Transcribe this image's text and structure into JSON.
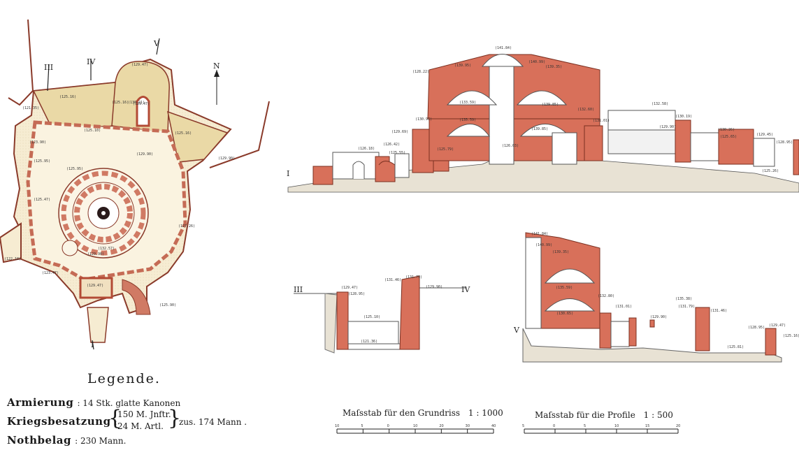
{
  "legend": {
    "title": "Legende.",
    "armierung_label": "Armierung",
    "armierung_value": ": 14 Stk. glatte Kanonen",
    "kriegsbesatzung_label": "Kriegsbesatzung",
    "infantry": "150 M. Jnftr.",
    "artillery": "24 M. Artl.",
    "total": "zus. 174 Mann .",
    "nothbelag_label": "Nothbelag",
    "nothbelag_value": ":   230  Mann."
  },
  "plan": {
    "north": "N",
    "section_marks": [
      "III",
      "IV",
      "V",
      "I"
    ]
  },
  "profiles": {
    "profile_I": "I",
    "profile_III": "III",
    "profile_IV": "IV",
    "profile_V": "V"
  },
  "scales": {
    "plan_label": "Maſsstab für den Grundriss",
    "plan_ratio": "1 : 1000",
    "plan_ticks": [
      "10",
      "5",
      "0",
      "10",
      "20",
      "30",
      "40"
    ],
    "profile_label": "Maſsstab für die Profile",
    "profile_ratio": "1 : 500",
    "profile_ticks": [
      "5",
      "0",
      "5",
      "10",
      "15",
      "20"
    ]
  },
  "elevations": {
    "plan": [
      "(129.47)",
      "(125.16)",
      "(125.16)",
      "(129.47)",
      "(123.90)",
      "(125.10)",
      "(129.90)",
      "(121.35)",
      "(125.16)",
      "(125.95)",
      "(125.95)",
      "(129.90)",
      "(125.47)",
      "(127.26)",
      "(129.90)",
      "(132.57)",
      "(123.47)",
      "(129.47)",
      "(125.90)",
      "(122.18)",
      "(130.21)"
    ],
    "profile_I": [
      "(141.84)",
      "(140.99)",
      "(139.35)",
      "(139.95)",
      "(128.22)",
      "(133.59)",
      "(135.59)",
      "(130.97)",
      "(139.85)",
      "(139.85)",
      "(132.60)",
      "(132.58)",
      "(129.69)",
      "(126.42)",
      "(125.55)",
      "(126.18)",
      "(125.79)",
      "(126.03)",
      "(131.01)",
      "(130.19)",
      "(129.90)",
      "(130.26)",
      "(129.45)",
      "(128.95)",
      "(125.65)",
      "(125.26)"
    ],
    "profile_III": [
      "(129.47)",
      "(128.95)",
      "(131.46)",
      "(131.79)",
      "(129.90)",
      "(125.10)",
      "(121.36)"
    ],
    "profile_V": [
      "(141.84)",
      "(140.99)",
      "(139.35)",
      "(135.59)",
      "(130.65)",
      "(132.80)",
      "(131.01)",
      "(129.90)",
      "(125.81)",
      "(135.38)",
      "(131.79)",
      "(131.46)",
      "(128.95)",
      "(129.47)",
      "(125.16)"
    ]
  }
}
